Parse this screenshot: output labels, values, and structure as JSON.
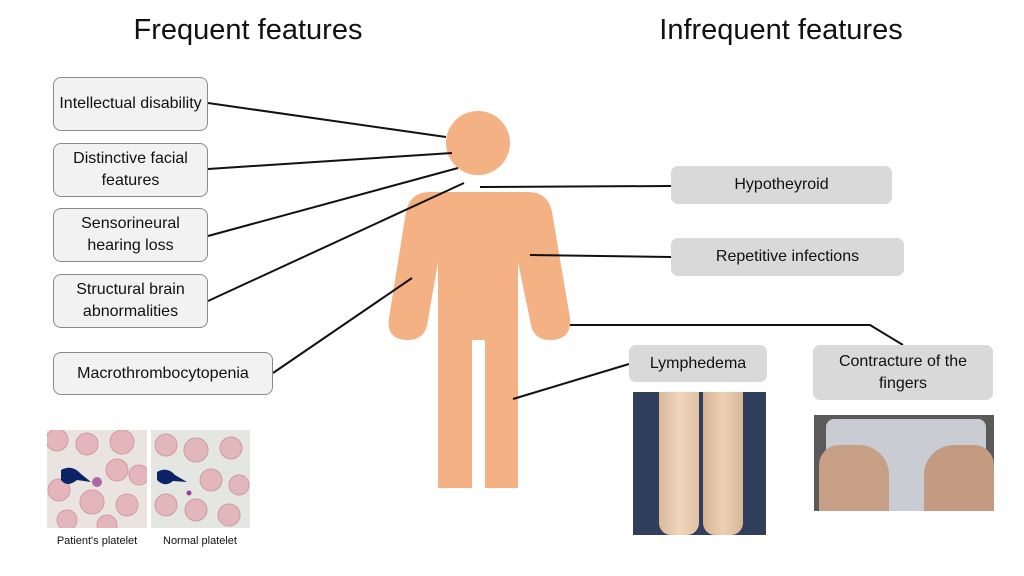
{
  "titles": {
    "frequent": "Frequent features",
    "infrequent": "Infrequent features"
  },
  "frequent": [
    "Intellectual disability",
    "Distinctive facial features",
    "Sensorineural hearing loss",
    "Structural brain abnormalities",
    "Macrothrombocytopenia"
  ],
  "infrequent": [
    "Hypotheyroid",
    "Repetitive infections",
    "Lymphedema",
    "Contracture of the fingers"
  ],
  "captions": {
    "patient": "Patient's platelet",
    "normal": "Normal platelet"
  },
  "colors": {
    "figure": "#F4B183",
    "box": "#D9D9D9"
  }
}
